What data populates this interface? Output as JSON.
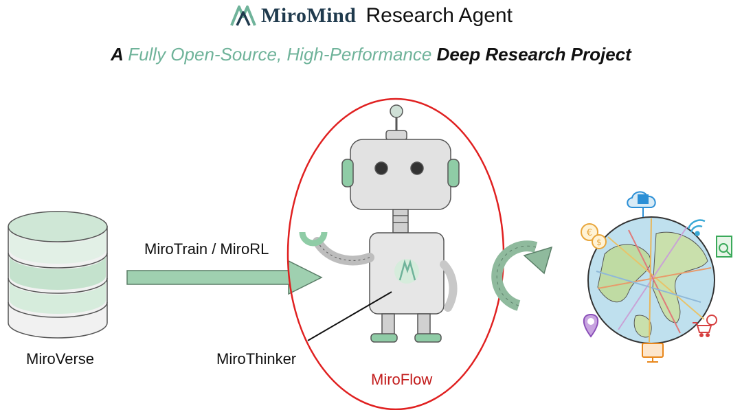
{
  "header": {
    "brand": "MiroMind",
    "suffix": "Research Agent"
  },
  "subtitle": {
    "prefix": "A ",
    "highlight": "Fully Open-Source, High-Performance",
    "rest": " Deep Research Project"
  },
  "labels": {
    "database": "MiroVerse",
    "training": "MiroTrain / MiroRL",
    "model": "MiroThinker",
    "framework": "MiroFlow"
  },
  "colors": {
    "accent": "#6fb39a",
    "arrow": "#9fd0b0",
    "ellipse": "#e02020",
    "framework_label": "#c21b1b",
    "robot_body": "#d4d4d4",
    "robot_green": "#8fcca6"
  },
  "icons": [
    "database-icon",
    "arrow-right-icon",
    "robot-icon",
    "refresh-cycle-icon",
    "globe-icon",
    "cloud-server-icon",
    "wifi-icon",
    "document-search-icon",
    "currency-exchange-icon",
    "location-pin-icon",
    "shopping-cart-icon",
    "monitor-icon"
  ]
}
